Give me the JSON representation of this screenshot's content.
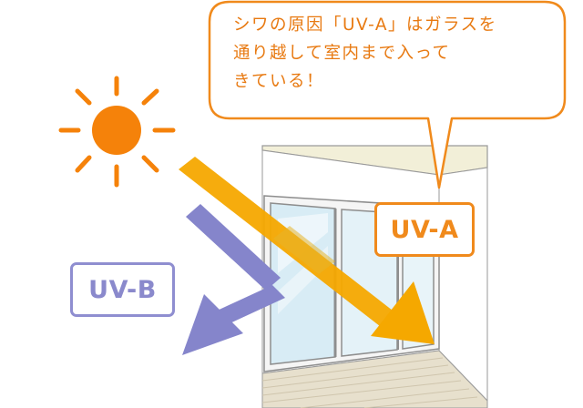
{
  "bubble": {
    "line1": "シワの原因「UV-A」はガラスを",
    "line2": "通り越して室内まで入って",
    "line3": "きている！"
  },
  "labels": {
    "uva": "UV-A",
    "uvb": "UV-B"
  },
  "icons": [
    "sun-icon",
    "uva-arrow-icon",
    "uvb-arrow-icon",
    "speech-bubble-icon"
  ],
  "colors": {
    "sun": "#f5820a",
    "uva": "#f5a800",
    "uvb": "#8585cb",
    "text_orange": "#e87a12",
    "window_glass": "#d8ecf5",
    "ceiling": "#f2efd8",
    "floor": "#e7e0cd"
  }
}
